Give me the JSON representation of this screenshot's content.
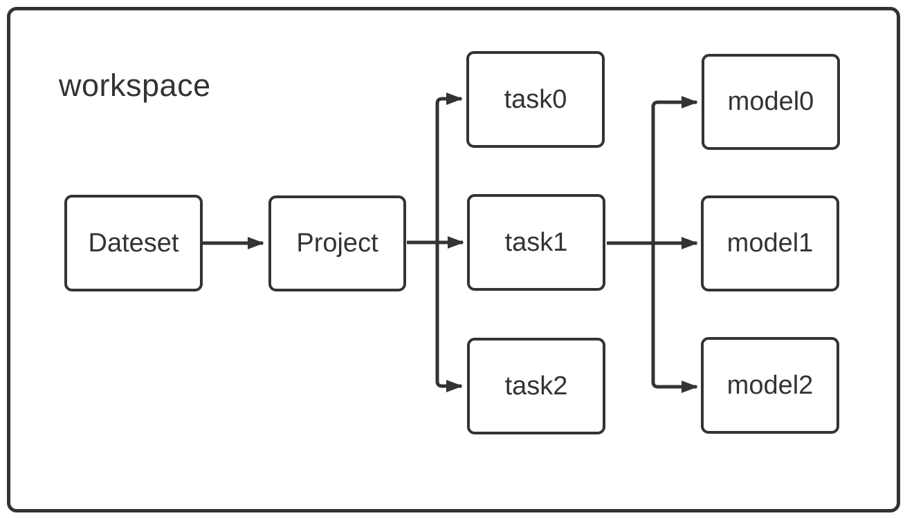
{
  "diagram": {
    "type": "flowchart",
    "title": "workspace",
    "colors": {
      "stroke": "#333333",
      "text": "#333333",
      "background": "#ffffff",
      "node_fill": "#ffffff"
    },
    "nodes": {
      "dateset": {
        "label": "Dateset"
      },
      "project": {
        "label": "Project"
      },
      "task0": {
        "label": "task0"
      },
      "task1": {
        "label": "task1"
      },
      "task2": {
        "label": "task2"
      },
      "model0": {
        "label": "model0"
      },
      "model1": {
        "label": "model1"
      },
      "model2": {
        "label": "model2"
      }
    },
    "edges": [
      {
        "from": "Dateset",
        "to": "Project"
      },
      {
        "from": "Project",
        "to": "task0"
      },
      {
        "from": "Project",
        "to": "task1"
      },
      {
        "from": "Project",
        "to": "task2"
      },
      {
        "from": "task1",
        "to": "model0"
      },
      {
        "from": "task1",
        "to": "model1"
      },
      {
        "from": "task1",
        "to": "model2"
      }
    ]
  }
}
